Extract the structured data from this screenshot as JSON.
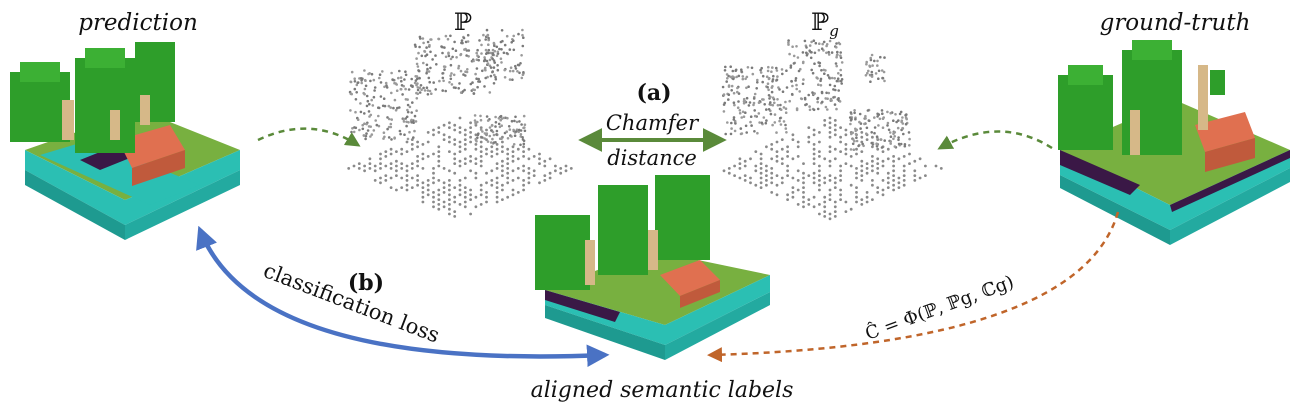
{
  "labels": {
    "prediction": "prediction",
    "ground_truth": "ground-truth",
    "P": "ℙ",
    "Pg_main": "ℙ",
    "Pg_sub": "g",
    "tag_a": "(a)",
    "chamfer_1": "Chamfer",
    "chamfer_2": "distance",
    "tag_b": "(b)",
    "classification_loss": "classification loss",
    "aligned": "aligned semantic labels",
    "formula": "Ĉ = Φ(ℙ, ℙg, ℂg)"
  },
  "colors": {
    "green_arrow": "#5a8a3a",
    "blue_arrow": "#4a72c4",
    "orange_arrow": "#c0652a",
    "teal": "#2bbfb3",
    "grass": "#78b040",
    "tree": "#2e9e2a",
    "roof": "#e07050",
    "road": "#3a1846",
    "trunk": "#d6b888",
    "points": "#8a8a8a"
  }
}
